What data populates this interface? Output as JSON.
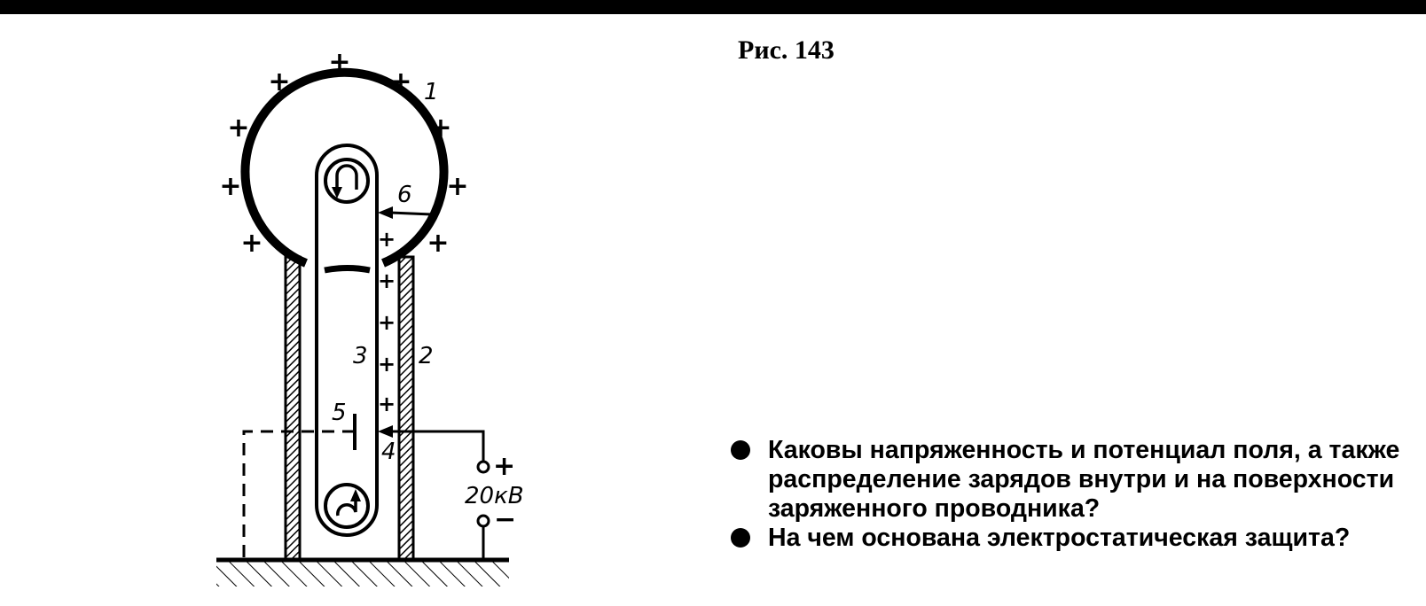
{
  "figure": {
    "caption": "Рис. 143",
    "labels": {
      "sphere": "1",
      "column": "2",
      "belt": "3",
      "comb_lower": "4",
      "electrode": "5",
      "comb_upper": "6",
      "voltage": "20кВ"
    },
    "terminals": {
      "positive": "+",
      "negative": "−"
    },
    "charge_sign": "+"
  },
  "questions": [
    "Каковы напряженность и потенциал поля, а также распределение зарядов внутри и на поверхности заряженного проводника?",
    "На чем основана электростатическая защита?"
  ]
}
